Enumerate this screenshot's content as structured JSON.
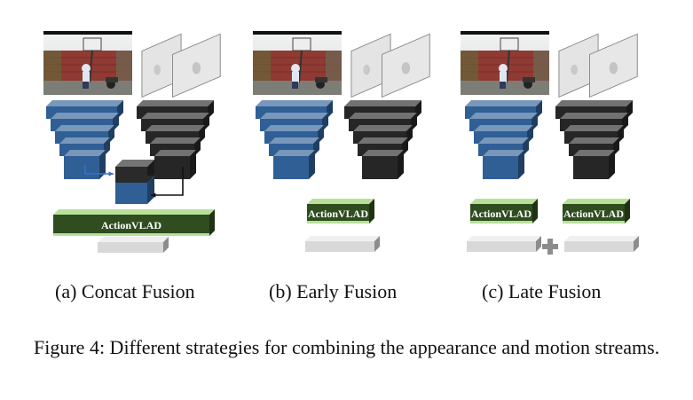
{
  "panels": [
    {
      "id": "a",
      "label": "(a) Concat Fusion",
      "vlad_label": "ActionVLAD"
    },
    {
      "id": "b",
      "label": "(b) Early Fusion",
      "vlad_label": "ActionVLAD"
    },
    {
      "id": "c",
      "label": "(c) Late Fusion",
      "vlad_labels": [
        "ActionVLAD",
        "ActionVLAD"
      ]
    }
  ],
  "caption": "Figure 4: Different strategies for combining the appearance and motion streams.",
  "colors": {
    "appearance_stream": "#2f5f95",
    "motion_stream": "#262626",
    "actionvlad_block": "#2f4d1f",
    "actionvlad_edge": "#b9e09a",
    "output_bar": "#d8d8d8"
  },
  "icons": [
    "video-frame-thumbnail",
    "optical-flow-frames",
    "plus-icon",
    "arrow-icon"
  ]
}
